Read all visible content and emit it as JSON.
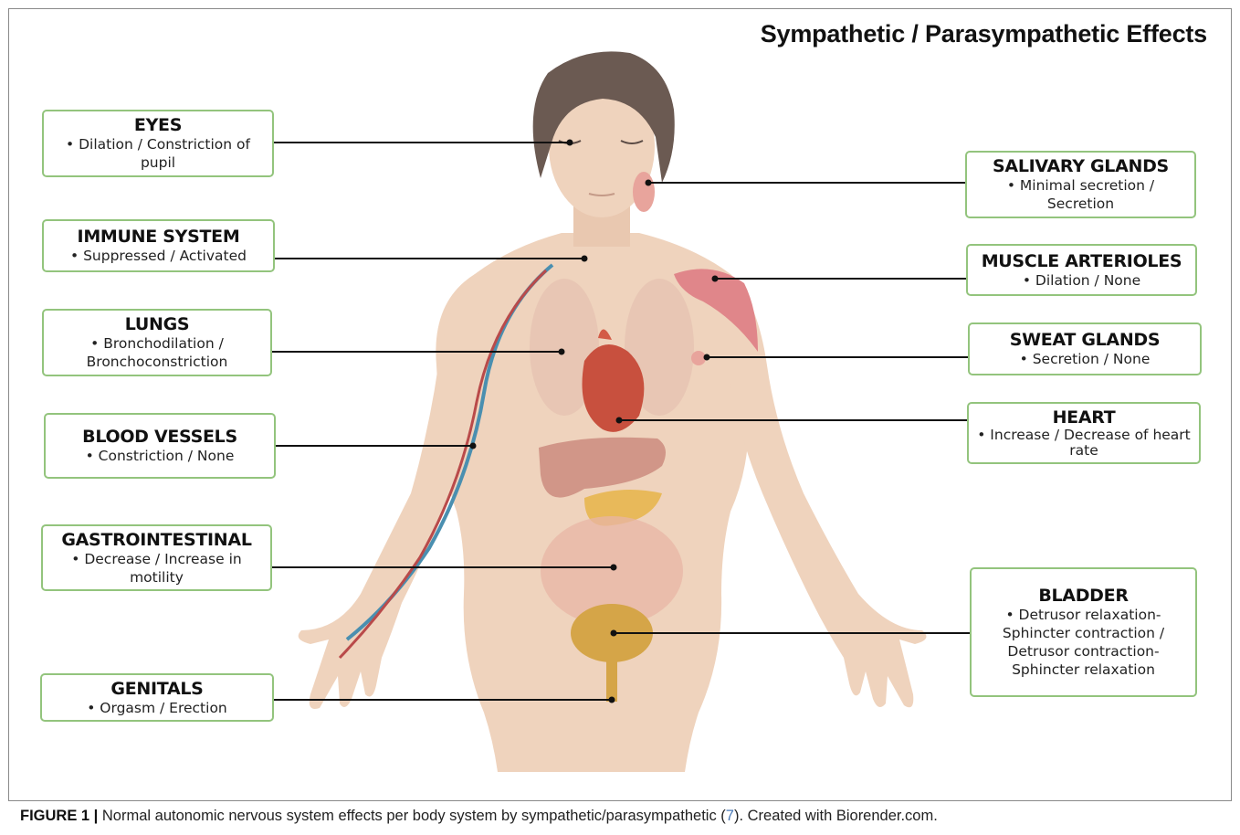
{
  "title": "Sympathetic / Parasympathetic Effects",
  "labels": {
    "eyes": {
      "heading": "EYES",
      "desc": "• Dilation / Constriction of pupil"
    },
    "immune": {
      "heading": "IMMUNE SYSTEM",
      "desc": "• Suppressed / Activated"
    },
    "lungs": {
      "heading": "LUNGS",
      "desc": "• Bronchodilation / Bronchoconstriction"
    },
    "blood": {
      "heading": "BLOOD VESSELS",
      "desc": "• Constriction / None"
    },
    "gastro": {
      "heading": "GASTROINTESTINAL",
      "desc": "• Decrease / Increase in motility"
    },
    "genitals": {
      "heading": "GENITALS",
      "desc": "• Orgasm / Erection"
    },
    "salivary": {
      "heading": "SALIVARY GLANDS",
      "desc": "• Minimal secretion / Secretion"
    },
    "muscle": {
      "heading": "MUSCLE ARTERIOLES",
      "desc": "• Dilation / None"
    },
    "sweat": {
      "heading": "SWEAT GLANDS",
      "desc": "• Secretion / None"
    },
    "heart": {
      "heading": "HEART",
      "desc": "• Increase / Decrease of heart rate"
    },
    "bladder": {
      "heading": "BLADDER",
      "desc": "• Detrusor relaxation-Sphincter contraction / Detrusor contraction-Sphincter relaxation"
    }
  },
  "caption": {
    "label": "FIGURE 1 |",
    "text_before": " Normal autonomic nervous system effects per body system by sympathetic/parasympathetic (",
    "ref": "7",
    "text_after": "). Created with Biorender.com."
  },
  "colors": {
    "box_border": "#93c47d",
    "skin": "#efd3bd",
    "hair": "#6b5a52",
    "connector": "#111111"
  }
}
